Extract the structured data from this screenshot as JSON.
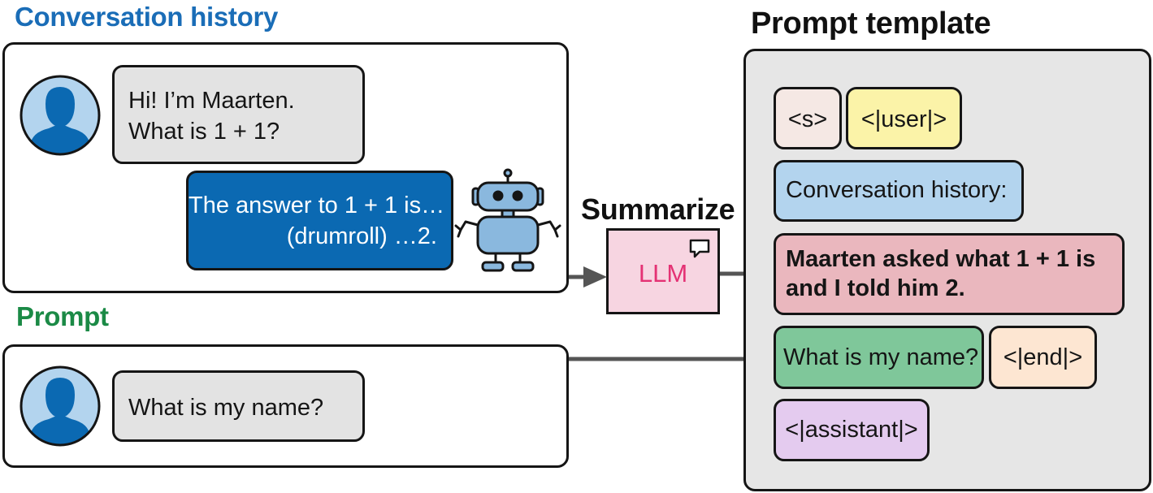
{
  "headings": {
    "conversation_history": "Conversation history",
    "prompt": "Prompt",
    "prompt_template": "Prompt template",
    "summarize": "Summarize"
  },
  "conversation": {
    "user_message_lines": [
      "Hi! I’m Maarten.",
      "What is 1 + 1?"
    ],
    "assistant_message_lines": [
      "The answer to 1 + 1 is…",
      "(drumroll) …2."
    ]
  },
  "prompt": {
    "user_message": "What is my name?"
  },
  "llm": {
    "label": "LLM"
  },
  "template": {
    "tokens": {
      "start": "<s>",
      "user": "<|user|>",
      "conversation_label": "Conversation history:",
      "summary_lines": [
        "Maarten asked what 1 + 1 is",
        "and I told him 2."
      ],
      "question": "What is my name?",
      "end": "<|end|>",
      "assistant": "<|assistant|>"
    }
  },
  "colors": {
    "conversation_heading": "#1a6db7",
    "prompt_heading": "#1b8a46",
    "user_bubble": "#e3e3e3",
    "assistant_bubble": "#0b69b2",
    "avatar_background": "#b3d4ee",
    "avatar_figure": "#0b69b2",
    "llm_box": "#f7d5e1",
    "llm_text": "#e43274",
    "template_background": "#e6e6e6",
    "token_start": "#f5e8e4",
    "token_user": "#fbf3a8",
    "token_conversation": "#b3d4ee",
    "token_summary": "#eab7be",
    "token_question": "#7fc79a",
    "token_end": "#fde6d2",
    "token_assistant": "#e4cbef"
  },
  "icons": {
    "user_avatar": "user-avatar-icon",
    "robot": "robot-icon",
    "chat": "chat-bubble-icon",
    "arrow": "arrow-right-icon"
  }
}
